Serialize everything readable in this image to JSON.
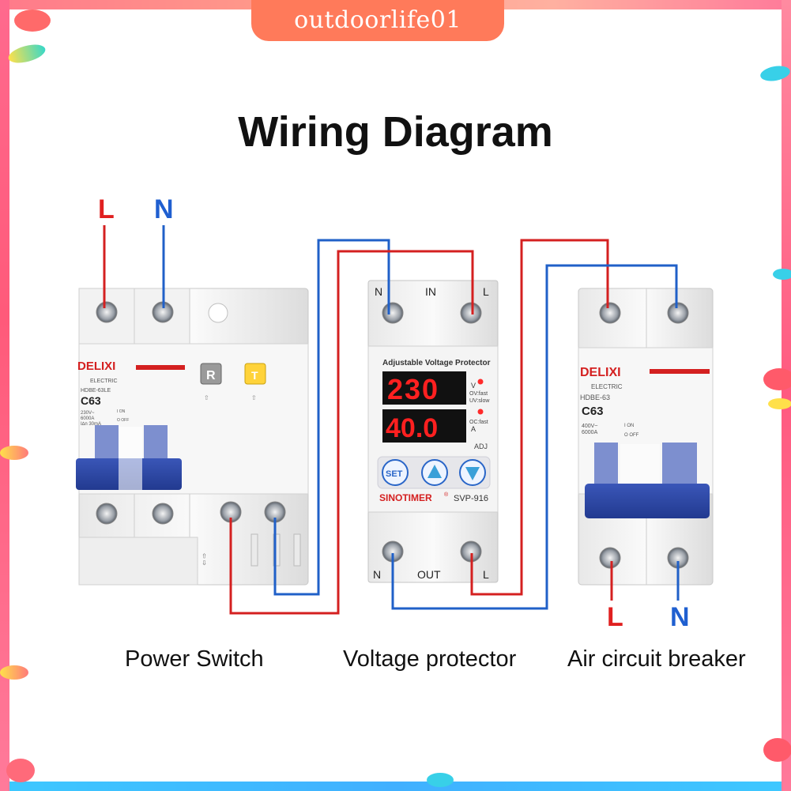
{
  "watermark": "outdoorlife01",
  "title": "Wiring Diagram",
  "top_labels": {
    "line": "L",
    "neutral": "N"
  },
  "bottom_labels": {
    "line": "L",
    "neutral": "N"
  },
  "captions": {
    "power_switch": "Power Switch",
    "voltage_protector": "Voltage protector",
    "air_breaker": "Air circuit breaker"
  },
  "power_switch": {
    "brand": "DELIXI",
    "sub": "ELECTRIC",
    "model": "HDBE-63LE",
    "rating": "C63",
    "specs": [
      "230V~",
      "6000A",
      "I∆n 30mA"
    ],
    "onoff": [
      "I ON",
      "O OFF"
    ],
    "reset_btn": "R",
    "test_btn": "T"
  },
  "protector": {
    "in_label": "IN",
    "out_label": "OUT",
    "n_label": "N",
    "l_label": "L",
    "header": "Adjustable Voltage Protector",
    "voltage_reading": "230",
    "current_reading": "40.0",
    "v_label": "V",
    "ov_label": "OV:fast",
    "uv_label": "UV:slow",
    "a_label": "A",
    "oc_label": "OC:fast",
    "adj_label": "ADJ",
    "set_btn": "SET",
    "brand": "SINOTIMER",
    "reg": "®",
    "model": "SVP-916"
  },
  "breaker": {
    "brand": "DELIXI",
    "sub": "ELECTRIC",
    "model": "HDBE-63",
    "rating": "C63",
    "specs": [
      "400V~",
      "6000A"
    ],
    "onoff": [
      "I ON",
      "O OFF"
    ]
  },
  "colors": {
    "live": "#d42020",
    "neutral": "#2060c8",
    "label_live": "#e02020",
    "label_neutral": "#1f5fd0"
  }
}
